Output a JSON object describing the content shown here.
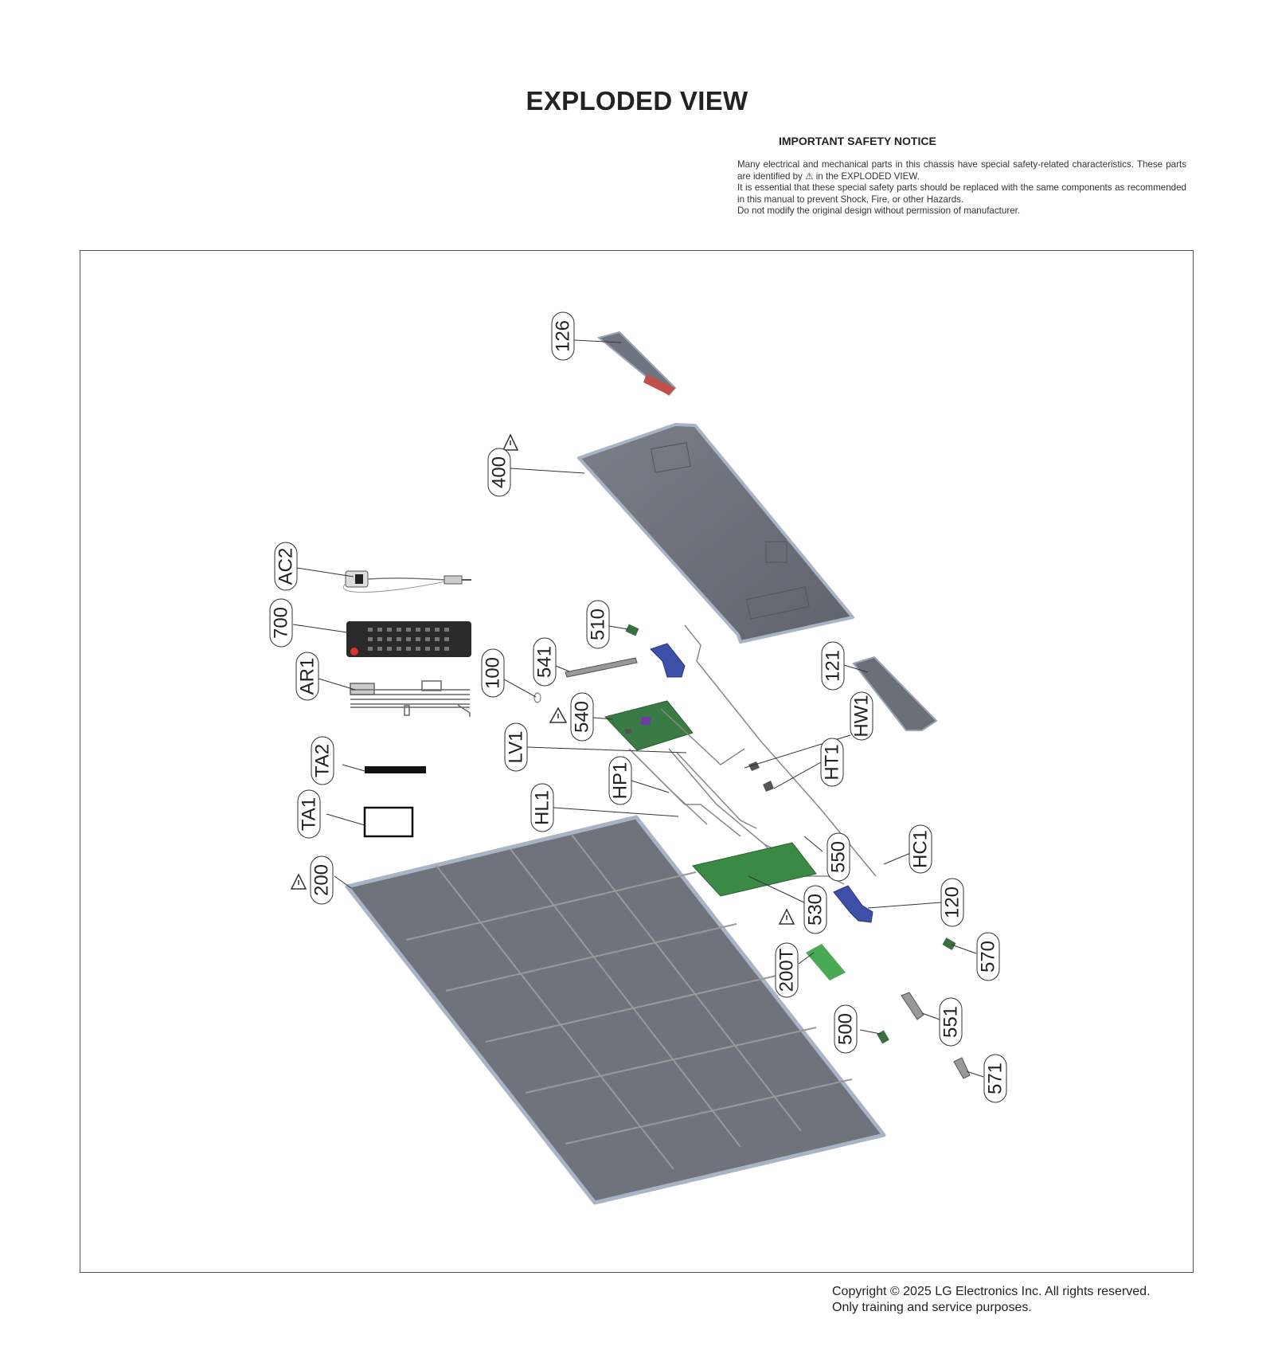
{
  "header": {
    "title": "EXPLODED VIEW"
  },
  "safety_notice": {
    "heading": "IMPORTANT SAFETY NOTICE",
    "line1": "Many electrical and mechanical parts in this chassis have special safety-related characteristics. These parts are identified by",
    "line1_tail": "in the EXPLODED VIEW.",
    "line2": "It is essential that these special safety parts should be replaced with the same components as recommended in this manual to prevent Shock, Fire, or other Hazards.",
    "line3": "Do not modify the original design without permission of manufacturer."
  },
  "parts": {
    "p126": "126",
    "p400": "400",
    "pAC2": "AC2",
    "p700": "700",
    "pAR1": "AR1",
    "p100": "100",
    "p510": "510",
    "p541": "541",
    "p540": "540",
    "p121": "121",
    "pHW1": "HW1",
    "pLV1": "LV1",
    "pHT1": "HT1",
    "pTA2": "TA2",
    "pHP1": "HP1",
    "pHL1": "HL1",
    "pTA1": "TA1",
    "p550": "550",
    "pHC1": "HC1",
    "p200": "200",
    "p530": "530",
    "p120": "120",
    "p200T": "200T",
    "p570": "570",
    "p500": "500",
    "p551": "551",
    "p571": "571"
  },
  "colors": {
    "panel_gray": "#6b6f78",
    "panel_edge": "#a8b4c6",
    "pcb_green": "#3a8a45",
    "speaker_blue": "#3e4fa8",
    "remote_black": "#2a2a2a"
  },
  "footer": {
    "copyright": "Copyright © 2025 LG Electronics Inc. All rights reserved.",
    "purpose": "Only training and service purposes."
  }
}
